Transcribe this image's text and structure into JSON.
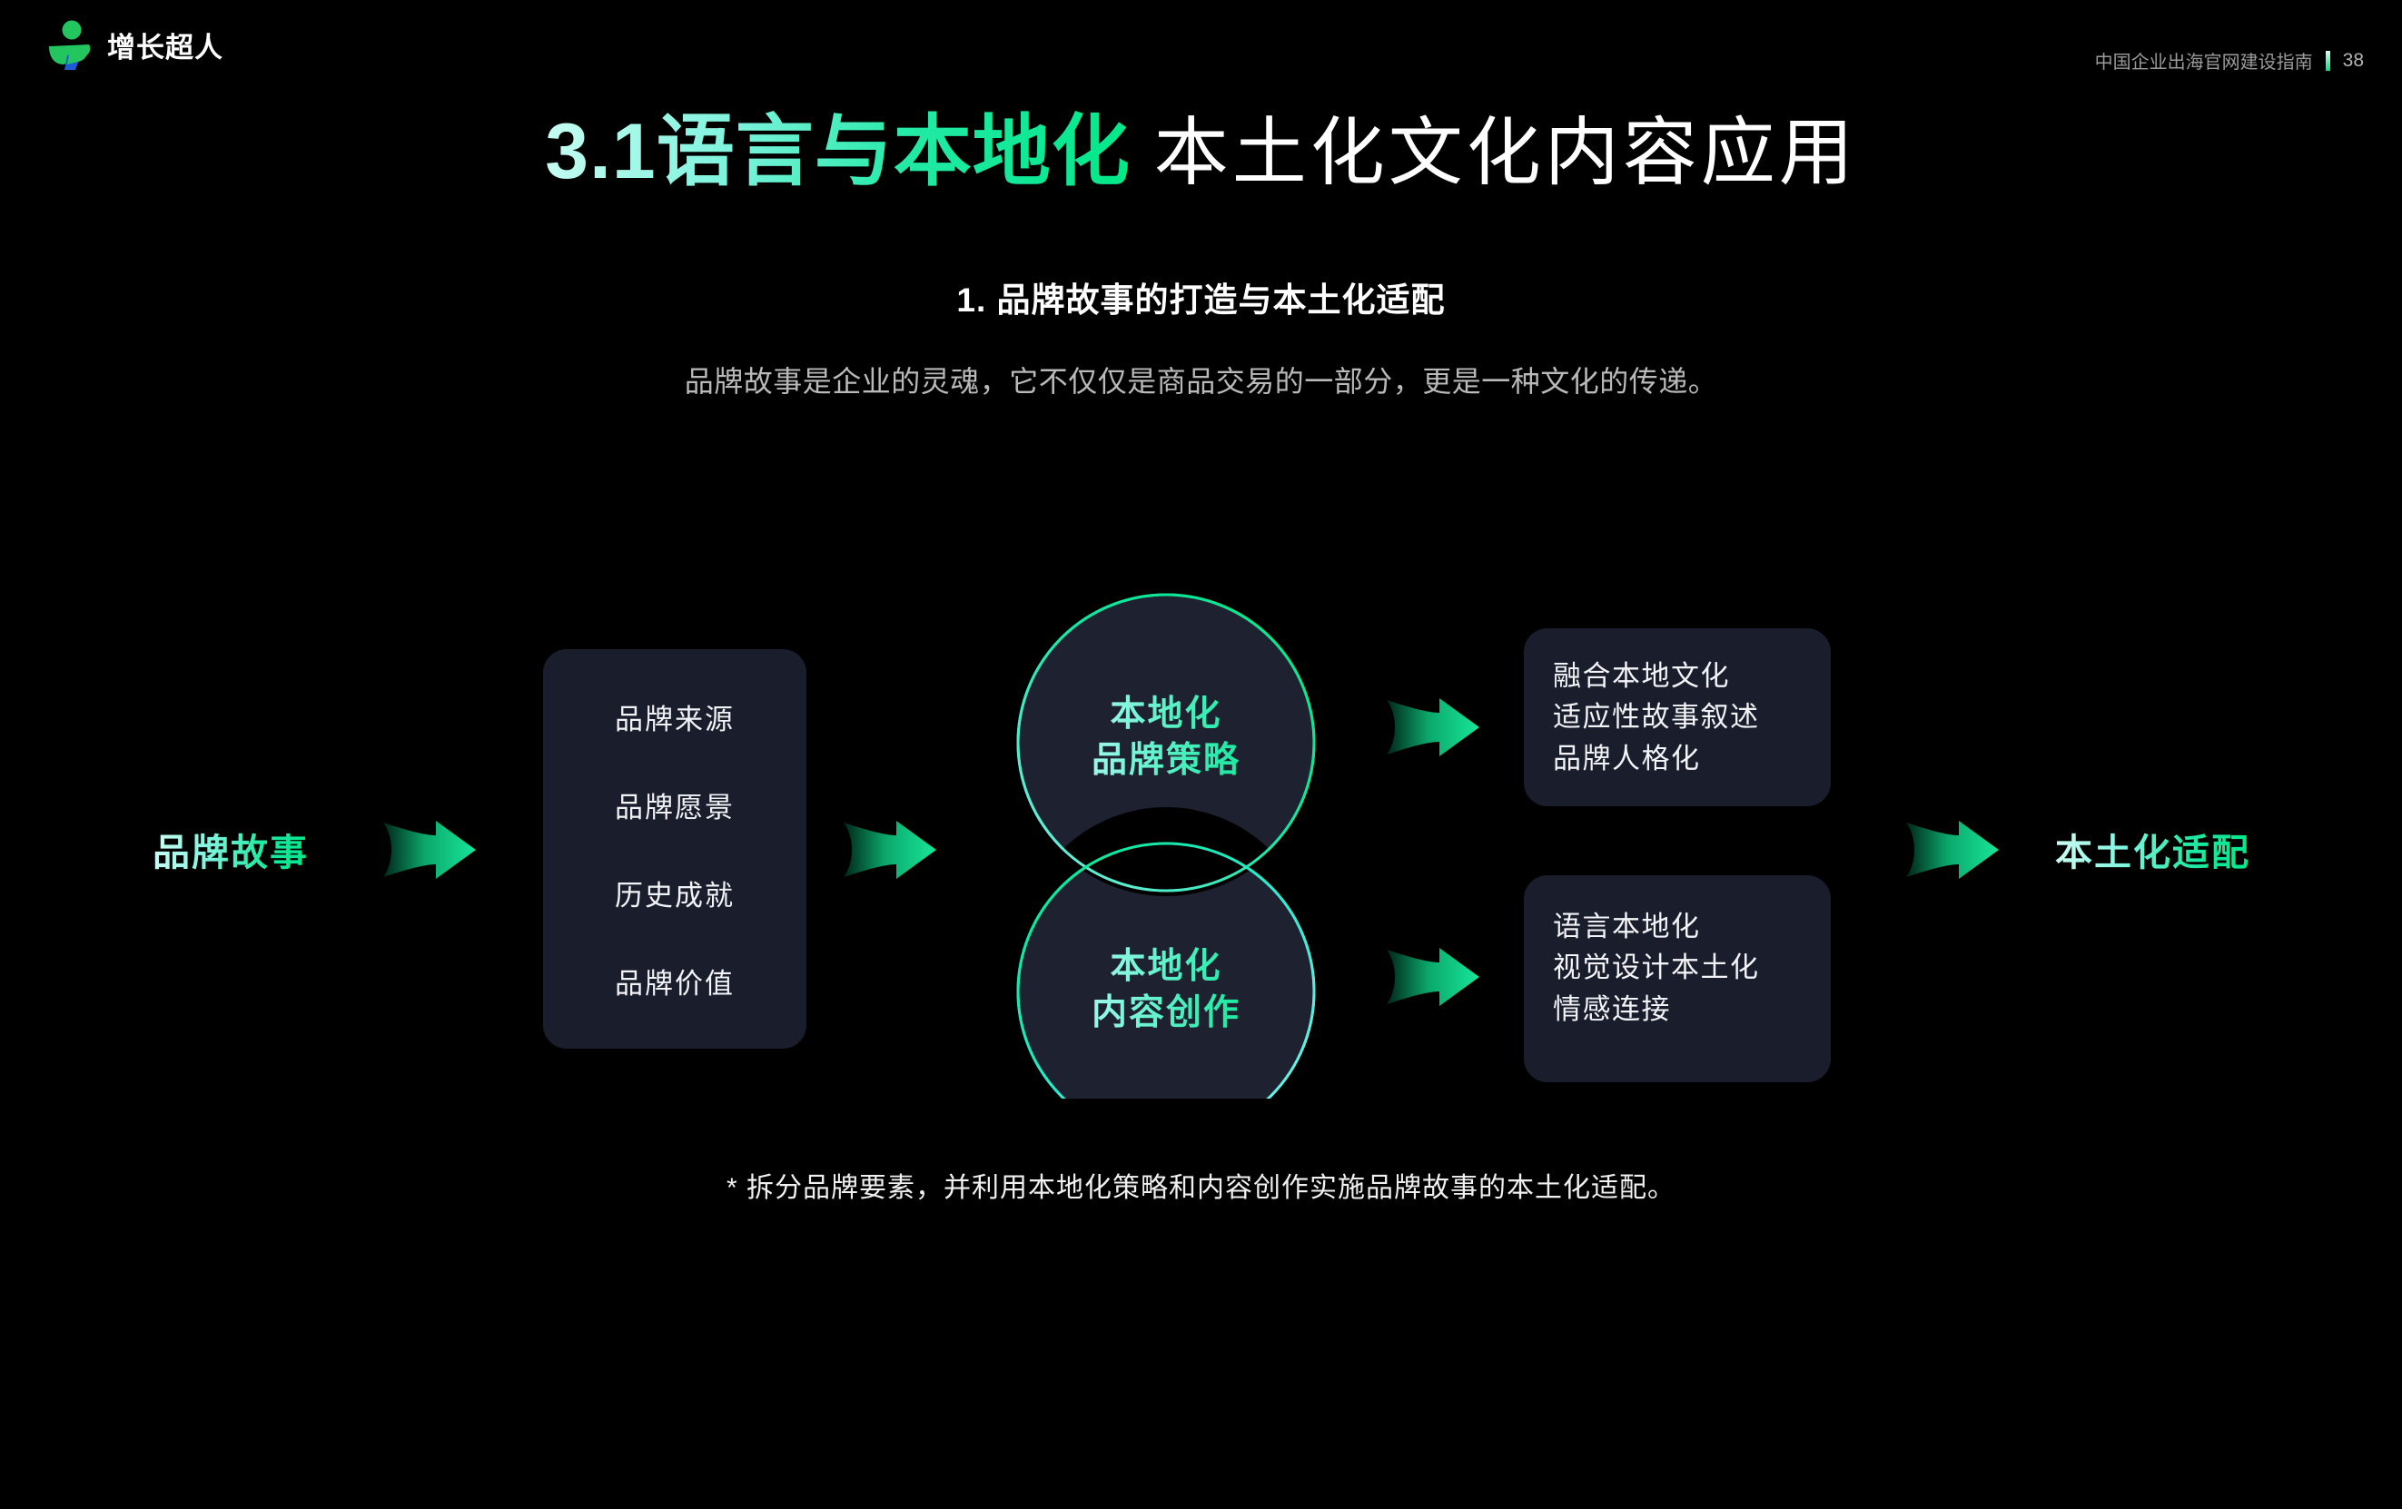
{
  "brand": {
    "logo_icon": "growth-superman-logo-icon",
    "wordmark": "增长超人",
    "logo_green": "#22c55e",
    "logo_blue": "#1d5ad6"
  },
  "header": {
    "guide_title": "中国企业出海官网建设指南",
    "separator_icon": "vertical-bar-icon",
    "page_number": "38"
  },
  "title": {
    "accent": "3.1语言与本地化",
    "plain": "本土化文化内容应用",
    "accent_color_start": "#c8fdf3",
    "accent_color_end": "#00e887"
  },
  "section": {
    "heading": "1. 品牌故事的打造与本土化适配",
    "description": "品牌故事是企业的灵魂，它不仅仅是商品交易的一部分，更是一种文化的传递。"
  },
  "diagram": {
    "start_label": "品牌故事",
    "end_label": "本土化适配",
    "elements_panel": {
      "items": [
        "品牌来源",
        "品牌愿景",
        "历史成就",
        "品牌价值"
      ]
    },
    "venn": {
      "top_circle": {
        "line1": "本地化",
        "line2": "品牌策略"
      },
      "bottom_circle": {
        "line1": "本地化",
        "line2": "内容创作"
      },
      "stroke_color": "#00e08a",
      "fill_color": "#1e2130"
    },
    "strategy_panel": {
      "lines": [
        "融合本地文化",
        "适应性故事叙述",
        "品牌人格化"
      ]
    },
    "content_panel": {
      "lines": [
        "语言本地化",
        "视觉设计本土化",
        "情感连接"
      ]
    },
    "arrow_icon": "right-arrow-icon",
    "arrow_color": "#00e887",
    "panel_background": "#1a1d2b"
  },
  "footnote": "* 拆分品牌要素，并利用本地化策略和内容创作实施品牌故事的本土化适配。"
}
